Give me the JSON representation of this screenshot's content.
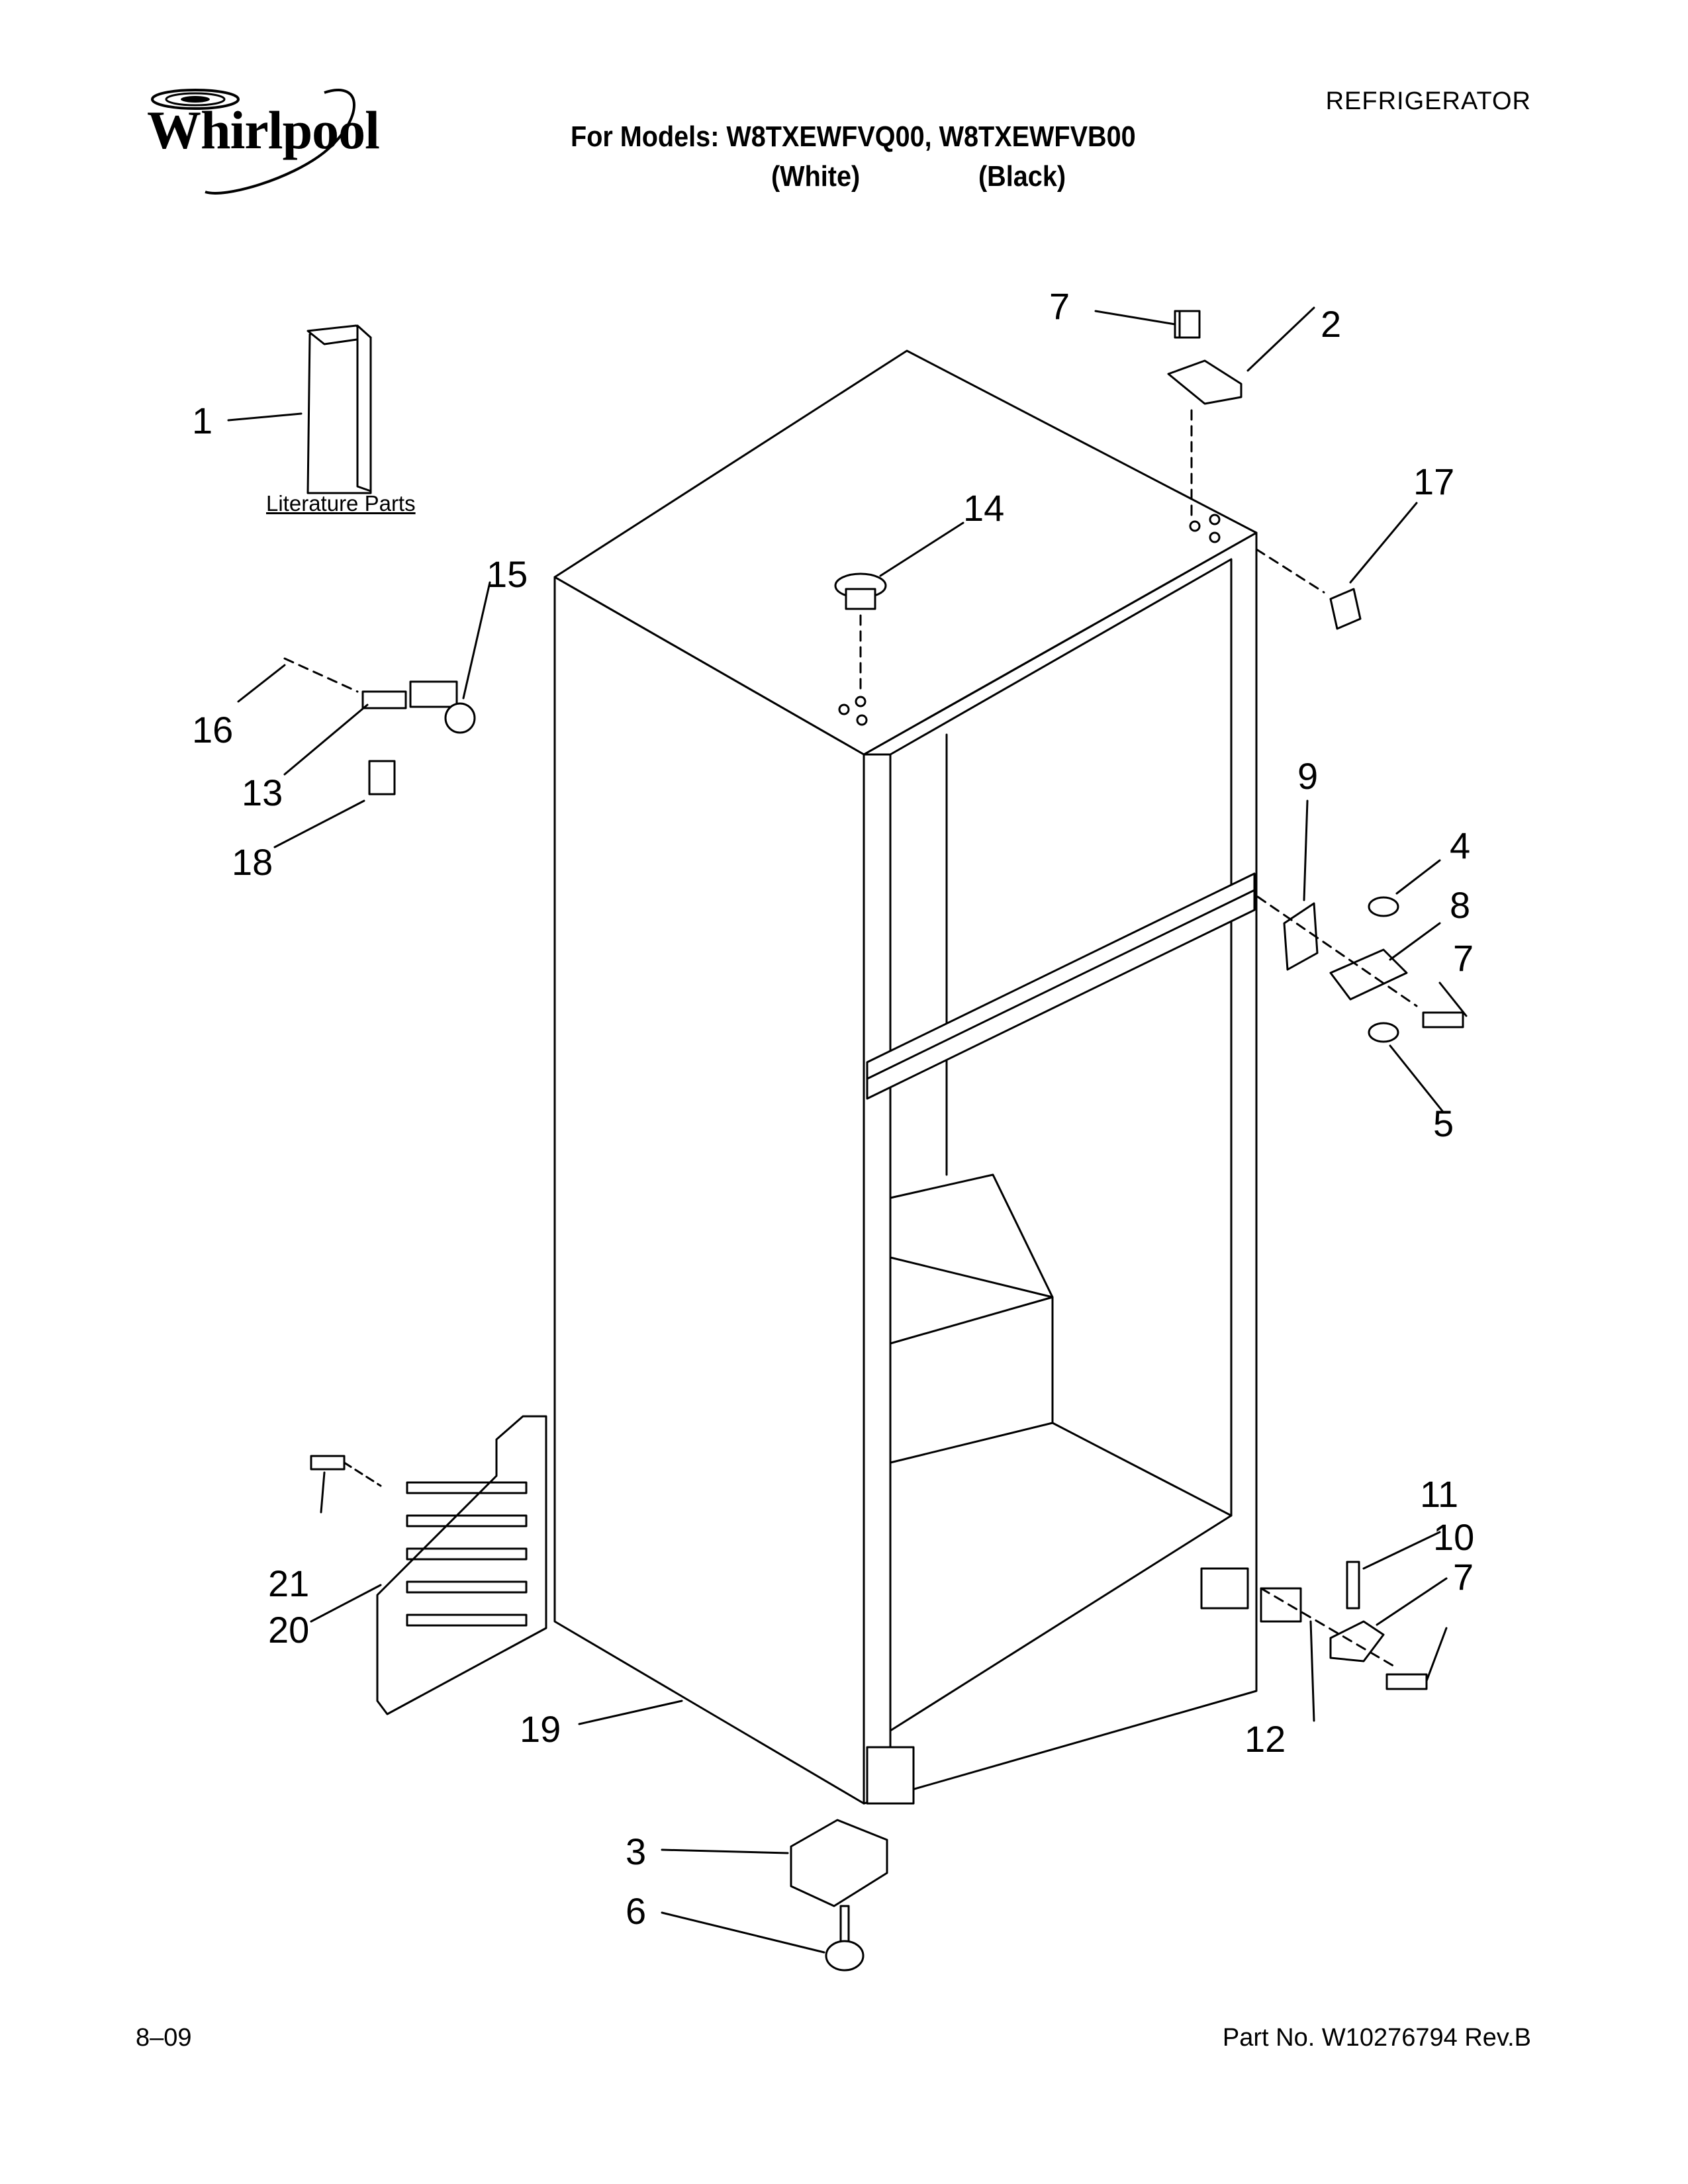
{
  "header": {
    "brand": "Whirlpool",
    "category": "REFRIGERATOR",
    "models_line": "For Models: W8TXEWFVQ00, W8TXEWFVB00",
    "color_white": "(White)",
    "color_black": "(Black)"
  },
  "literature_label": "Literature Parts",
  "callouts": {
    "c1": "1",
    "c2": "2",
    "c3": "3",
    "c4": "4",
    "c5": "5",
    "c6": "6",
    "c7a": "7",
    "c7b": "7",
    "c7c": "7",
    "c8": "8",
    "c9": "9",
    "c10": "10",
    "c11": "11",
    "c12": "12",
    "c13": "13",
    "c14": "14",
    "c15": "15",
    "c16": "16",
    "c17": "17",
    "c18": "18",
    "c19": "19",
    "c20": "20",
    "c21": "21"
  },
  "footer": {
    "date": "8–09",
    "part_no": "Part No. W10276794 Rev.B"
  }
}
